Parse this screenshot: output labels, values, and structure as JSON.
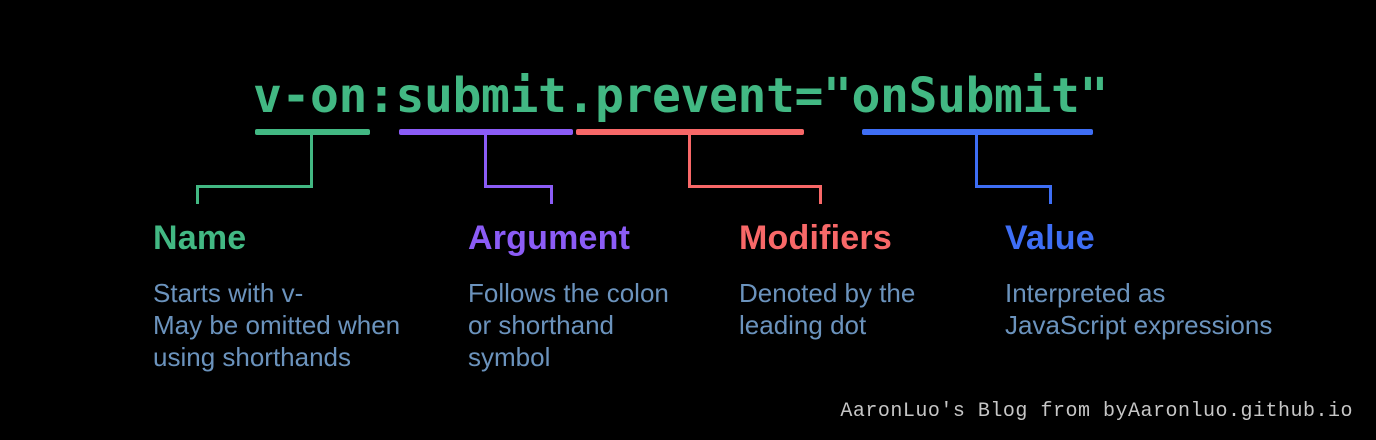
{
  "theme": {
    "background": "#000000",
    "description_text": "#6b93bd",
    "footer_text": "#c6c6c6"
  },
  "code": {
    "text": "v-on:submit.prevent=\"onSubmit\"",
    "color": "#42b883"
  },
  "segments": [
    {
      "id": "name",
      "label": "Name",
      "description": "Starts with v-\nMay be omitted when\nusing shorthands",
      "color": "#42b883",
      "code_part": "v-on"
    },
    {
      "id": "argument",
      "label": "Argument",
      "description": "Follows the colon\nor shorthand\nsymbol",
      "color": "#8b5cf6",
      "code_part": "submit"
    },
    {
      "id": "modifiers",
      "label": "Modifiers",
      "description": "Denoted by the\nleading dot",
      "color": "#f86868",
      "code_part": ".prevent"
    },
    {
      "id": "value",
      "label": "Value",
      "description": "Interpreted as\nJavaScript expressions",
      "color": "#3e6ef5",
      "code_part": "onSubmit"
    }
  ],
  "footer": {
    "text": "AaronLuo's Blog from byAaronluo.github.io"
  }
}
